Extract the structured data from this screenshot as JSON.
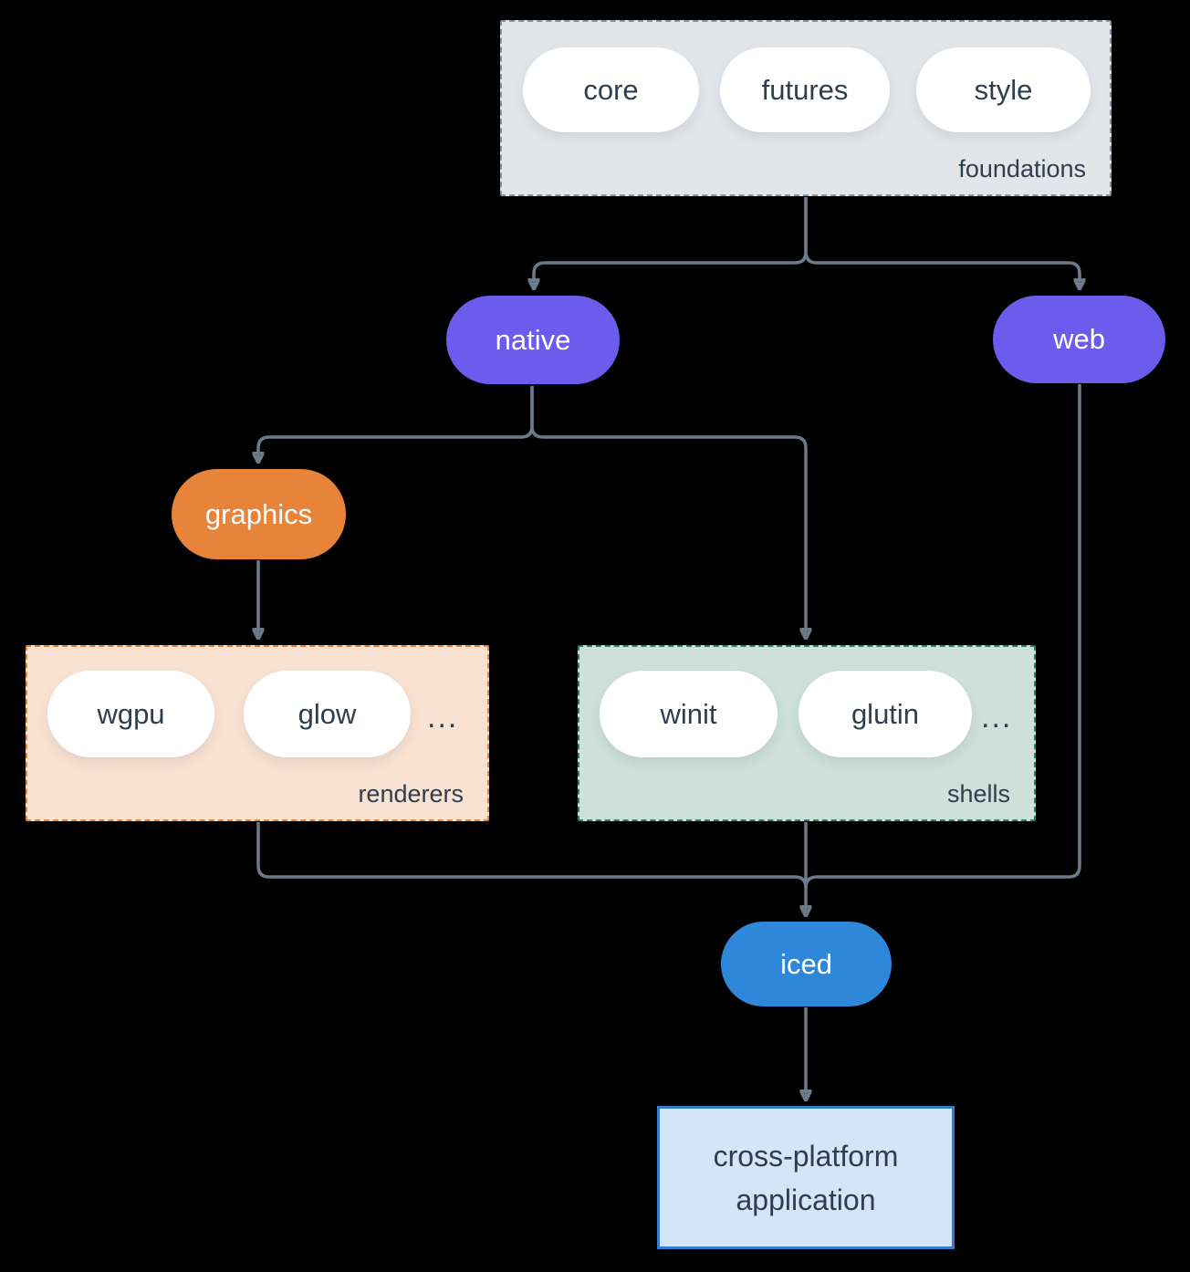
{
  "diagram": {
    "foundations": {
      "label": "foundations",
      "pills": [
        "core",
        "futures",
        "style"
      ]
    },
    "native": {
      "label": "native"
    },
    "web": {
      "label": "web"
    },
    "graphics": {
      "label": "graphics"
    },
    "renderers": {
      "label": "renderers",
      "pills": [
        "wgpu",
        "glow",
        "..."
      ]
    },
    "shells": {
      "label": "shells",
      "pills": [
        "winit",
        "glutin",
        "..."
      ]
    },
    "iced": {
      "label": "iced"
    },
    "application": {
      "lines": [
        "cross-platform",
        "application"
      ]
    }
  },
  "colors": {
    "line": "#6C7A8A",
    "text-dark": "#2F3E4E",
    "purple": "#6C5CEE",
    "orange": "#E8833A",
    "blue": "#2E87D8",
    "foundations-fill": "#E2E6E9",
    "foundations-border": "#8593A1",
    "renderers-fill": "#F9E2D2",
    "renderers-border": "#E8813A",
    "shells-fill": "#CFE0DA",
    "shells-border": "#2A7D6D",
    "app-fill": "#D4E5F7",
    "app-border": "#2F7FD0"
  }
}
